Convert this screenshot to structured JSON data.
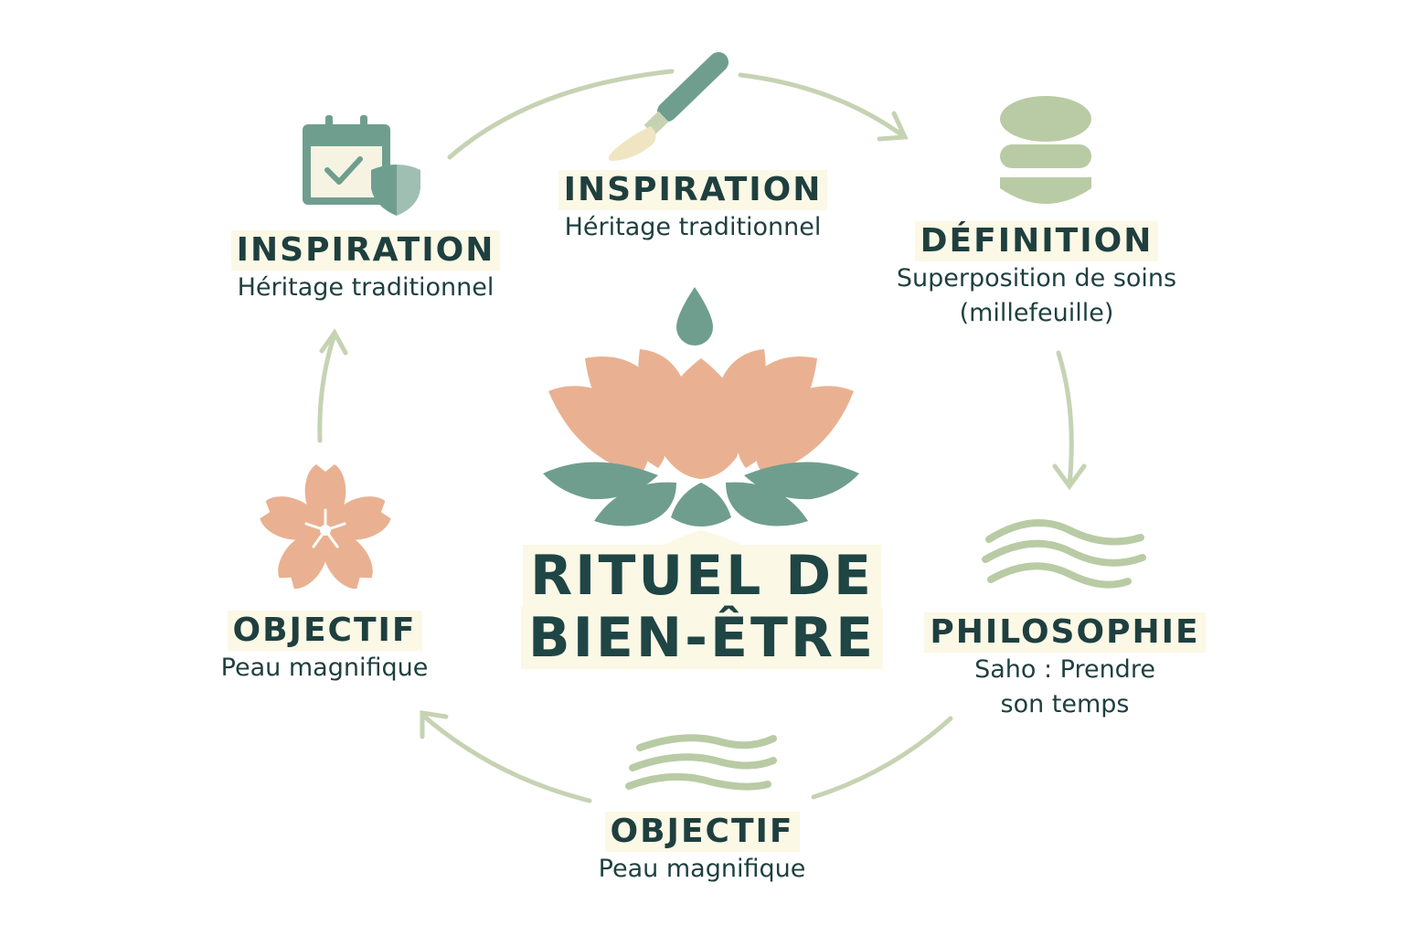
{
  "center": {
    "line1": "RITUEL DE",
    "line2": "BIEN-ÊTRE"
  },
  "nodes": [
    {
      "id": "top",
      "title": "INSPIRATION",
      "subtitle": "Héritage traditionnel",
      "icon": "paintbrush-icon"
    },
    {
      "id": "top-left",
      "title": "INSPIRATION",
      "subtitle": "Héritage traditionnel",
      "icon": "calendar-shield-icon"
    },
    {
      "id": "top-right",
      "title": "DÉFINITION",
      "subtitle_line1": "Superposition de soins",
      "subtitle_line2": "(millefeuille)",
      "icon": "layers-stack-icon"
    },
    {
      "id": "right",
      "title": "PHILOSOPHIE",
      "subtitle_line1": "Saho : Prendre",
      "subtitle_line2": "son temps",
      "icon": "waves-icon"
    },
    {
      "id": "bottom",
      "title": "OBJECTIF",
      "subtitle": "Peau magnifique",
      "icon": "waves-icon"
    },
    {
      "id": "left",
      "title": "OBJECTIF",
      "subtitle": "Peau magnifique",
      "icon": "cherry-blossom-icon"
    }
  ],
  "colors": {
    "sage": "#b9cba4",
    "teal": "#6f9e8f",
    "peach": "#e9b191",
    "dark_text": "#1f3f3f",
    "highlight": "#fbf8e6"
  }
}
